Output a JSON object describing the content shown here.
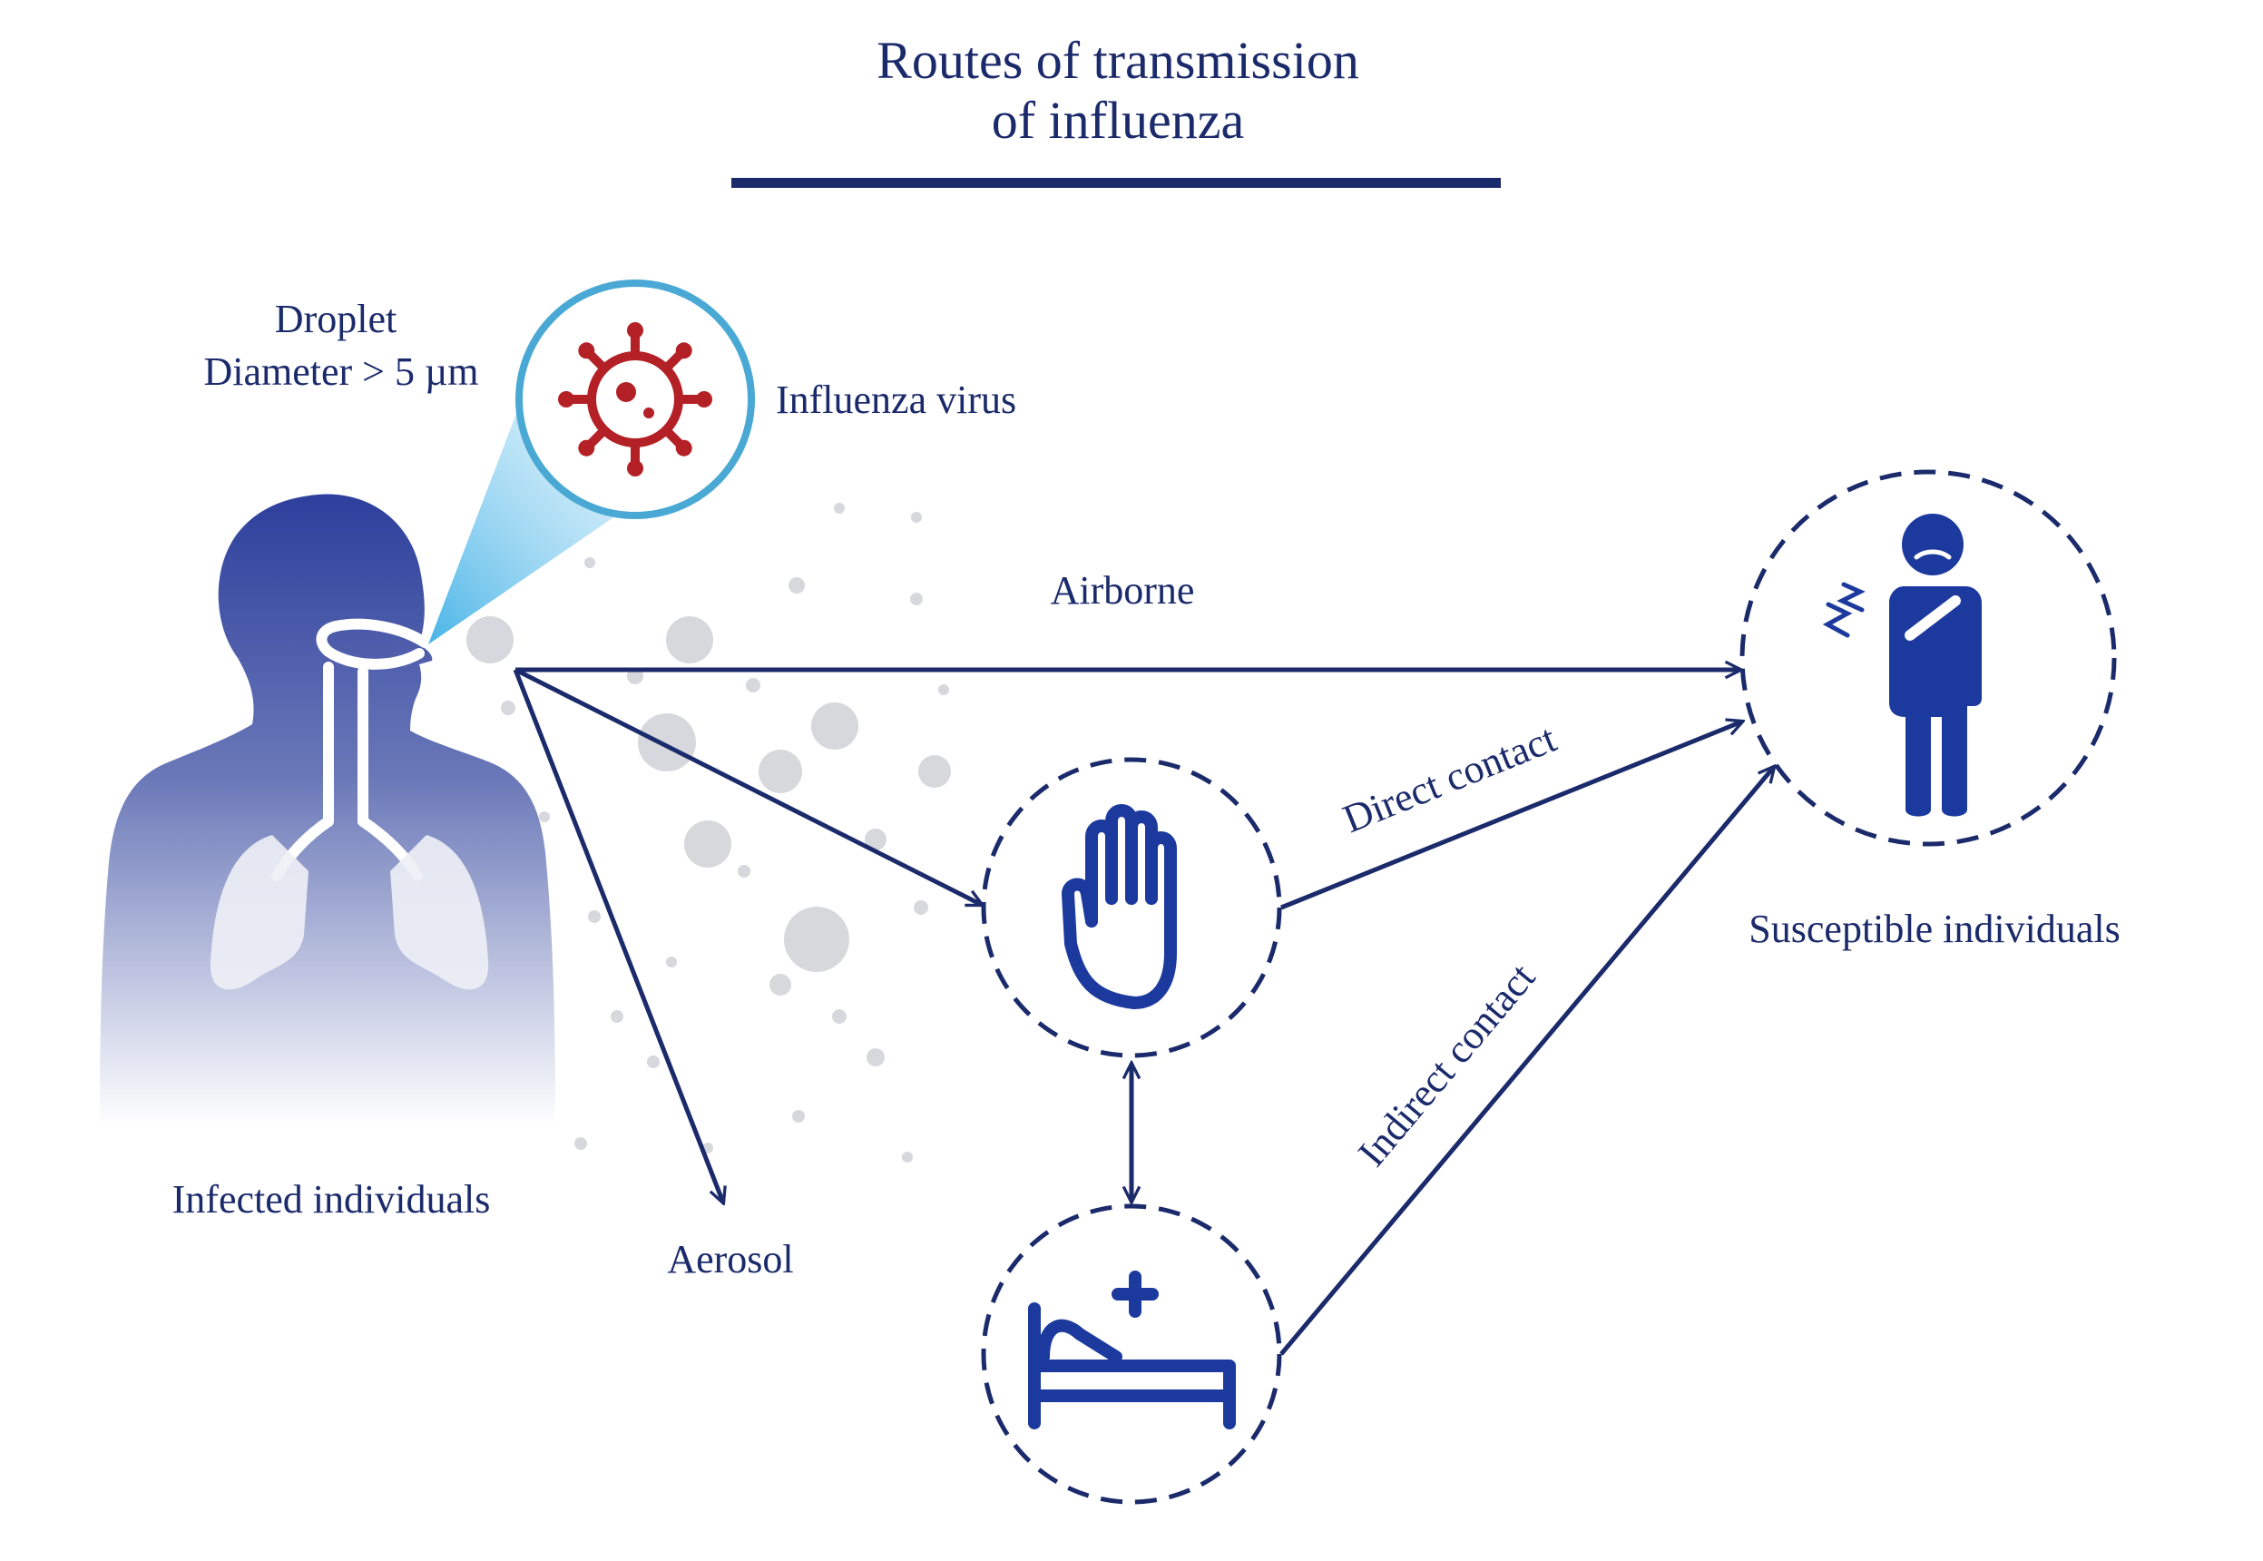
{
  "title": {
    "line1": "Routes of transmission",
    "line2": "of influenza"
  },
  "labels": {
    "droplet": "Droplet",
    "droplet_size": "Diameter > 5 µm",
    "virus": "Influenza virus",
    "airborne": "Airborne",
    "direct_contact": "Direct contact",
    "indirect_contact": "Indirect contact",
    "aerosol": "Aerosol",
    "infected": "Infected individuals",
    "susceptible": "Susceptible individuals"
  },
  "icons": {
    "infected": "human-silhouette-with-respiratory-tract-icon",
    "virus": "virus-icon",
    "hand": "hand-icon",
    "bed": "hospital-bed-icon",
    "susceptible": "sick-person-icon"
  },
  "colors": {
    "navy": "#1b2a6b",
    "icon_blue": "#1c3a9e",
    "virus_red": "#b32025",
    "beam_blue": "#3fb0e6"
  }
}
